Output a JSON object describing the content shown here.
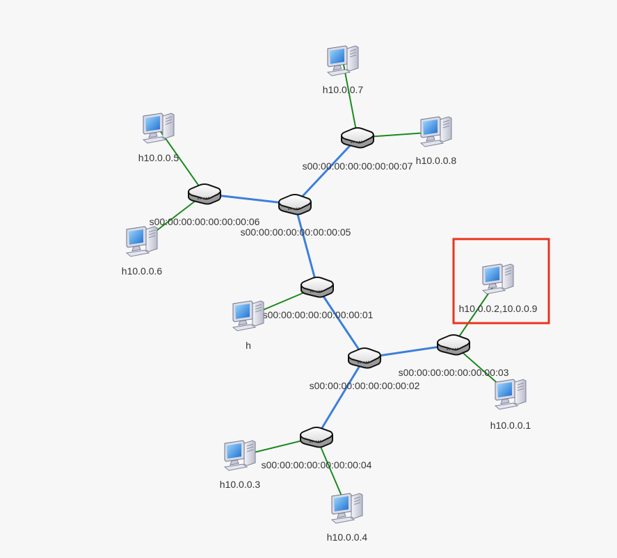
{
  "switches": [
    {
      "id": "s01",
      "label": "s00:00:00:00:00:00:00:01"
    },
    {
      "id": "s02",
      "label": "s00:00:00:00:00:00:00:02"
    },
    {
      "id": "s03",
      "label": "s00:00:00:00:00:00:00:03"
    },
    {
      "id": "s04",
      "label": "s00:00:00:00:00:00:00:04"
    },
    {
      "id": "s05",
      "label": "s00:00:00:00:00:00:00:05"
    },
    {
      "id": "s06",
      "label": "s00:00:00:00:00:00:00:06"
    },
    {
      "id": "s07",
      "label": "s00:00:00:00:00:00:00:07"
    }
  ],
  "hosts": [
    {
      "id": "h1",
      "label": "h10.0.0.1"
    },
    {
      "id": "h2",
      "label": "h10.0.0.2,10.0.0.9"
    },
    {
      "id": "h3",
      "label": "h10.0.0.3"
    },
    {
      "id": "h4",
      "label": "h10.0.0.4"
    },
    {
      "id": "h5",
      "label": "h10.0.0.5"
    },
    {
      "id": "h6",
      "label": "h10.0.0.6"
    },
    {
      "id": "h7",
      "label": "h10.0.0.7"
    },
    {
      "id": "h8",
      "label": "h10.0.0.8"
    },
    {
      "id": "hh",
      "label": "h"
    }
  ],
  "links": [
    [
      "s07",
      "s05"
    ],
    [
      "s06",
      "s05"
    ],
    [
      "s05",
      "s01"
    ],
    [
      "s01",
      "s02"
    ],
    [
      "s02",
      "s03"
    ],
    [
      "s02",
      "s04"
    ],
    [
      "s07",
      "h7"
    ],
    [
      "s07",
      "h8"
    ],
    [
      "s06",
      "h5"
    ],
    [
      "s06",
      "h6"
    ],
    [
      "s01",
      "hh"
    ],
    [
      "s03",
      "h2"
    ],
    [
      "s03",
      "h1"
    ],
    [
      "s04",
      "h3"
    ],
    [
      "s04",
      "h4"
    ]
  ],
  "highlighted_node": "h2",
  "colors": {
    "switch_link": "#3b7fdc",
    "host_link": "#1a8a1a",
    "highlight": "#e8341c"
  }
}
